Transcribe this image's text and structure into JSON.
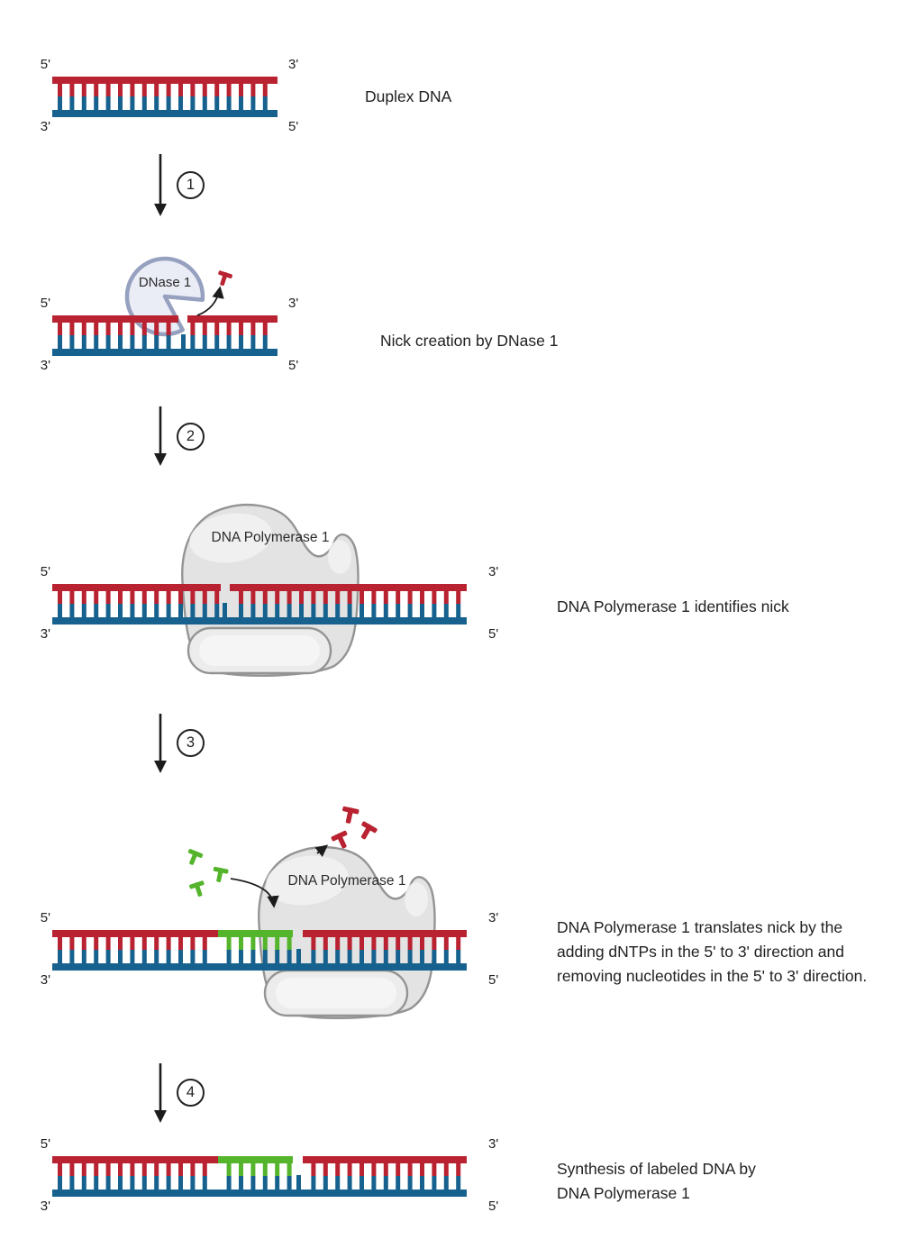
{
  "title": "Nick translation DNA labeling diagram",
  "colors": {
    "red": "#b92230",
    "blue": "#16618e",
    "green": "#54b42c",
    "dnase_fill": "#eaecf6",
    "dnase_stroke": "#96a0bf",
    "arrow": "#1c1c1c"
  },
  "strand_labels": {
    "five_prime": "5'",
    "three_prime": "3'"
  },
  "steps": [
    {
      "number": "1"
    },
    {
      "number": "2"
    },
    {
      "number": "3"
    },
    {
      "number": "4"
    }
  ],
  "captions": {
    "step1": "Duplex DNA",
    "step2": "Nick creation by DNase 1",
    "step3": "DNA Polymerase 1 identifies nick",
    "step4": "DNA Polymerase 1 translates nick by the\nadding dNTPs in the 5' to 3' direction and\nremoving nucleotides in the 5' to 3' direction.",
    "step5": "Synthesis of labeled DNA by\nDNA Polymerase 1"
  },
  "enzymes": {
    "dnase": "DNase 1",
    "polymerase": "DNA Polymerase 1"
  }
}
